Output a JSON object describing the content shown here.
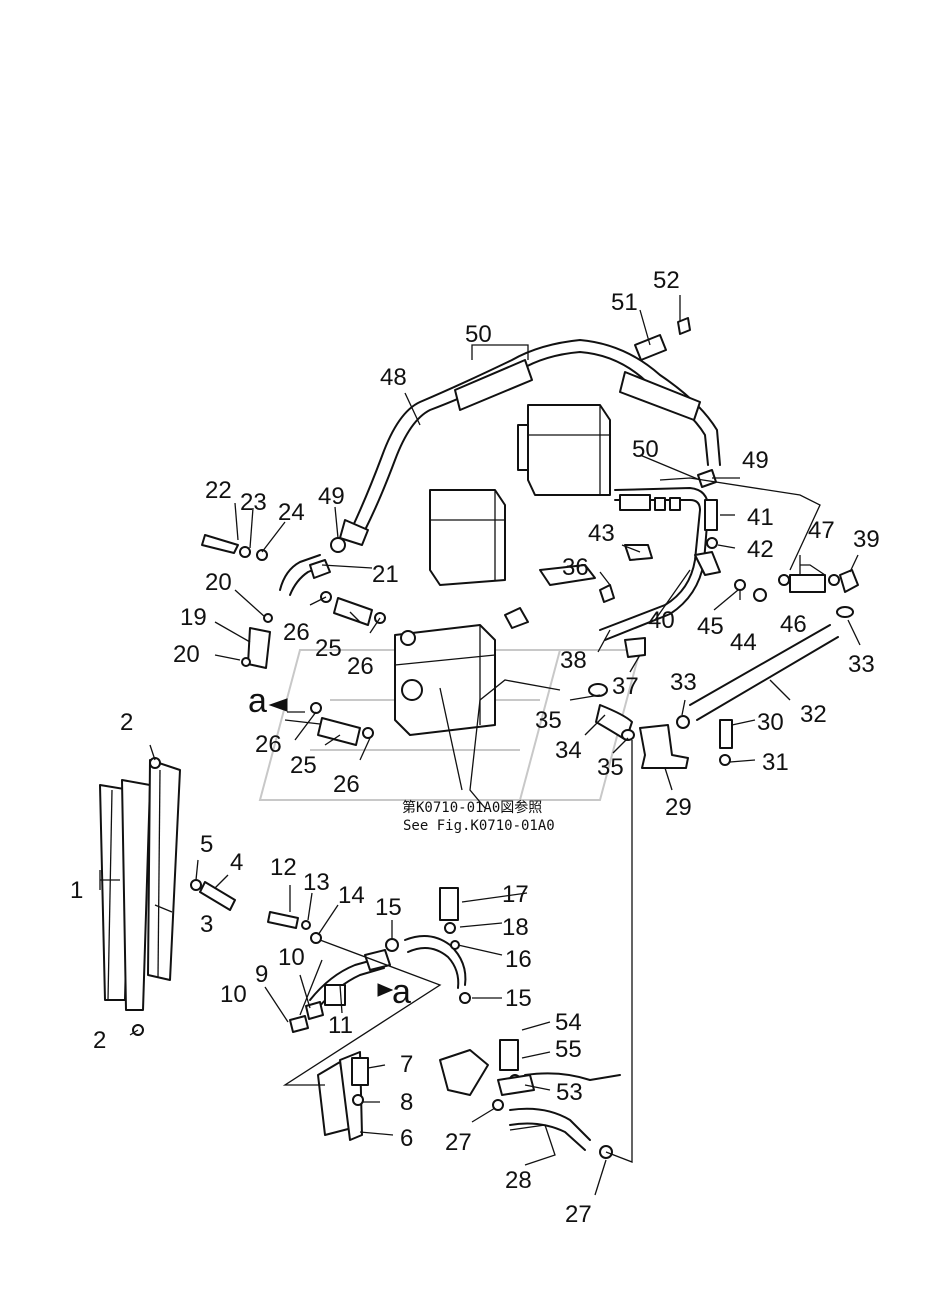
{
  "reference": {
    "jp": "第K0710-01A0図参照",
    "en": "See Fig.K0710-01A0"
  },
  "connector_label": "a",
  "callouts": [
    "1",
    "2",
    "3",
    "4",
    "5",
    "6",
    "7",
    "8",
    "9",
    "10",
    "11",
    "12",
    "13",
    "14",
    "15",
    "16",
    "17",
    "18",
    "19",
    "20",
    "21",
    "22",
    "23",
    "24",
    "25",
    "26",
    "27",
    "28",
    "29",
    "30",
    "31",
    "32",
    "33",
    "34",
    "35",
    "36",
    "37",
    "38",
    "39",
    "40",
    "41",
    "42",
    "43",
    "44",
    "45",
    "46",
    "47",
    "48",
    "49",
    "50",
    "51",
    "52",
    "53",
    "54",
    "55"
  ]
}
